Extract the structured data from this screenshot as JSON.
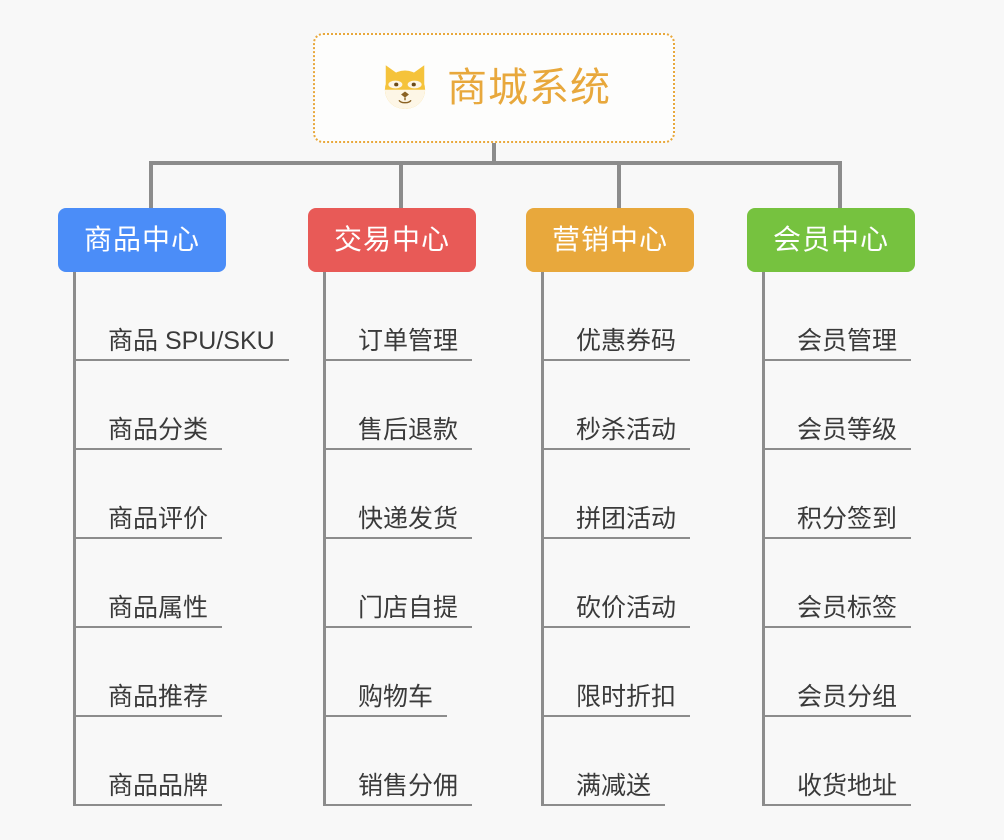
{
  "root": {
    "title": "商城系统",
    "icon": "shiba-dog-face-icon",
    "border_color": "#e8a83c",
    "text_color": "#e8a83c",
    "background": "#fdfdfc"
  },
  "canvas": {
    "background": "#f8f8f8",
    "connector_color": "#8c8c8c"
  },
  "columns": [
    {
      "label": "商品中心",
      "color": "#4b8df8",
      "items": [
        "商品 SPU/SKU",
        "商品分类",
        "商品评价",
        "商品属性",
        "商品推荐",
        "商品品牌"
      ]
    },
    {
      "label": "交易中心",
      "color": "#e85a57",
      "items": [
        "订单管理",
        "售后退款",
        "快递发货",
        "门店自提",
        "购物车",
        "销售分佣"
      ]
    },
    {
      "label": "营销中心",
      "color": "#e8a83c",
      "items": [
        "优惠券码",
        "秒杀活动",
        "拼团活动",
        "砍价活动",
        "限时折扣",
        "满减送"
      ]
    },
    {
      "label": "会员中心",
      "color": "#76c23f",
      "items": [
        "会员管理",
        "会员等级",
        "积分签到",
        "会员标签",
        "会员分组",
        "收货地址"
      ]
    }
  ]
}
